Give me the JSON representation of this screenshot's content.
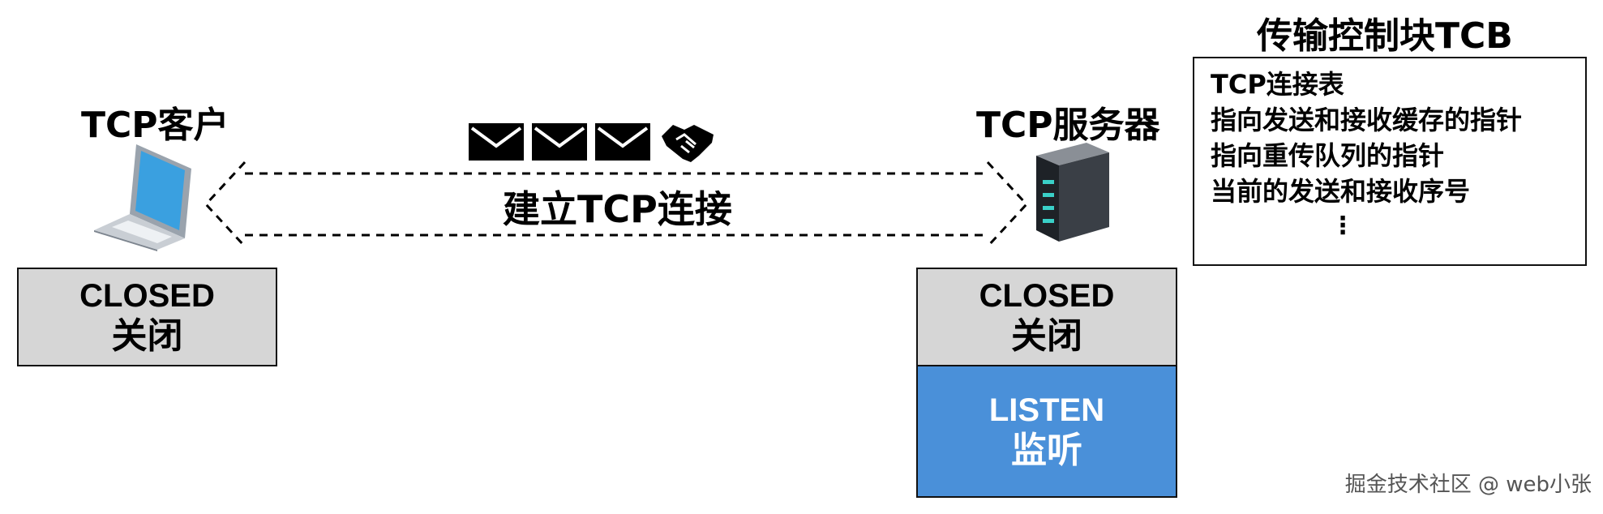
{
  "client": {
    "label": "TCP客户",
    "state_en": "CLOSED",
    "state_zh": "关闭"
  },
  "server": {
    "label": "TCP服务器",
    "states": [
      {
        "en": "CLOSED",
        "zh": "关闭"
      },
      {
        "en": "LISTEN",
        "zh": "监听"
      }
    ]
  },
  "connection": {
    "label": "建立TCP连接",
    "icons": [
      "envelope-icon",
      "envelope-icon",
      "envelope-icon",
      "handshake-icon"
    ]
  },
  "tcb": {
    "title": "传输控制块TCB",
    "items": [
      "TCP连接表",
      "指向发送和接收缓存的指针",
      "指向重传队列的指针",
      "当前的发送和接收序号"
    ],
    "ellipsis": "⋮"
  },
  "watermark": "掘金技术社区 @ web小张",
  "colors": {
    "state_gray": "#d6d6d6",
    "listen_blue": "#4a90d9",
    "laptop_screen": "#3aa0e0"
  }
}
